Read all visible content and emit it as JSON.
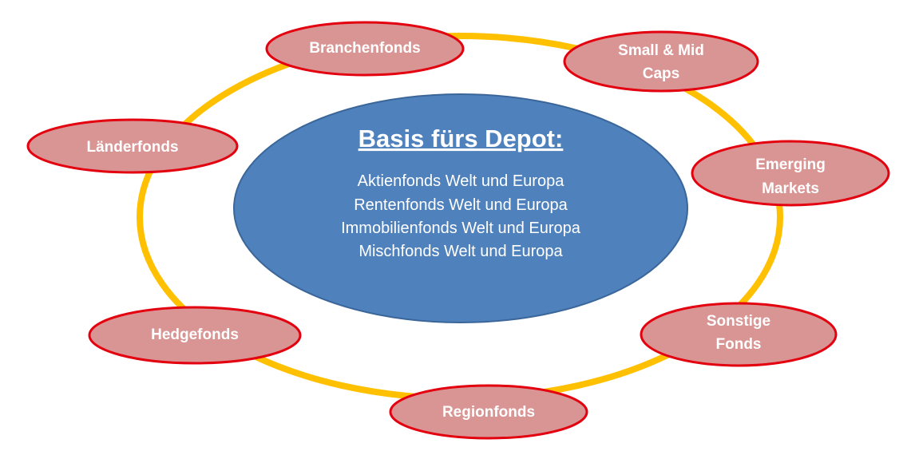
{
  "colors": {
    "ring": "#ffc000",
    "center_fill": "#4f81bd",
    "center_stroke": "#3a6699",
    "bubble_fill": "#d99594",
    "bubble_stroke": "#e3000f"
  },
  "center": {
    "title": "Basis fürs Depot:",
    "lines": [
      "Aktienfonds  Welt und Europa",
      "Rentenfonds Welt und Europa",
      "Immobilienfonds Welt und Europa",
      "Mischfonds Welt und Europa"
    ]
  },
  "bubbles": {
    "branchenfonds": [
      "Branchenfonds"
    ],
    "small_mid_caps": [
      "Small & Mid",
      "Caps"
    ],
    "laenderfonds": [
      "Länderfonds"
    ],
    "emerging_markets": [
      "Emerging",
      "Markets"
    ],
    "hedgefonds": [
      "Hedgefonds"
    ],
    "sonstige_fonds": [
      "Sonstige",
      "Fonds"
    ],
    "regionfonds": [
      "Regionfonds"
    ]
  }
}
